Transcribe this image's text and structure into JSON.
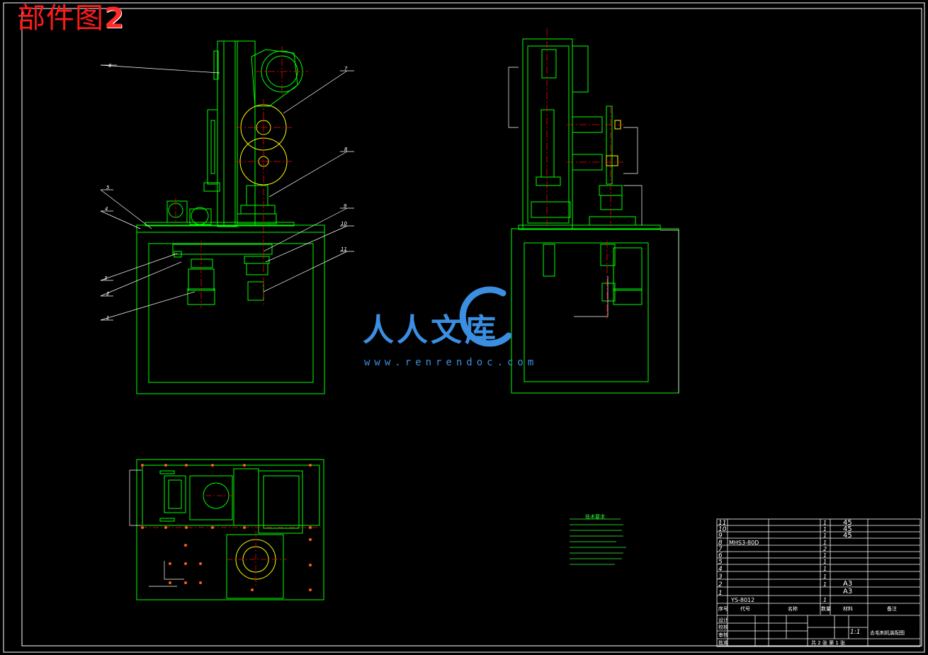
{
  "title": {
    "text": "部件图",
    "number": "2"
  },
  "watermark": {
    "brand": "人人文库",
    "url": "www.renrendoc.com"
  },
  "callouts": {
    "front": [
      "1",
      "2",
      "3",
      "4",
      "5",
      "6",
      "7",
      "8",
      "9",
      "10",
      "11"
    ]
  },
  "notes": {
    "title": "技术要求",
    "lines": [
      "",
      "",
      "",
      "",
      "",
      "",
      "",
      "",
      "",
      "",
      ""
    ]
  },
  "bom": {
    "rows": [
      {
        "no": "11",
        "code": "",
        "name": "",
        "qty": "1",
        "material": "45",
        "remark": ""
      },
      {
        "no": "10",
        "code": "",
        "name": "",
        "qty": "1",
        "material": "45",
        "remark": ""
      },
      {
        "no": "9",
        "code": "",
        "name": "",
        "qty": "1",
        "material": "45",
        "remark": ""
      },
      {
        "no": "8",
        "code": "MHS3-80D",
        "name": "",
        "qty": "1",
        "material": "",
        "remark": ""
      },
      {
        "no": "7",
        "code": "",
        "name": "",
        "qty": "2",
        "material": "",
        "remark": ""
      },
      {
        "no": "6",
        "code": "",
        "name": "",
        "qty": "1",
        "material": "",
        "remark": ""
      },
      {
        "no": "5",
        "code": "",
        "name": "",
        "qty": "1",
        "material": "",
        "remark": ""
      },
      {
        "no": "4",
        "code": "",
        "name": "",
        "qty": "1",
        "material": "",
        "remark": ""
      },
      {
        "no": "3",
        "code": "",
        "name": "",
        "qty": "1",
        "material": "A3",
        "remark": ""
      },
      {
        "no": "2",
        "code": "",
        "name": "",
        "qty": "1",
        "material": "A3",
        "remark": ""
      },
      {
        "no": "1",
        "code": "YS-8012",
        "name": "",
        "qty": "1",
        "material": "",
        "remark": ""
      }
    ],
    "header": {
      "no": "序号",
      "code": "代号",
      "name": "名称",
      "qty": "数量",
      "material": "材料",
      "remark": "备注"
    }
  },
  "title_block": {
    "scale": "1:1",
    "sheet": "共 2 张  第 1 张",
    "drawing_name": "去毛刺机装配图",
    "labels": {
      "design": "设计",
      "check": "校核",
      "review": "审核",
      "approve": "批准"
    }
  },
  "colors": {
    "line": "#00ff00",
    "center": "#ff0000",
    "yellow": "#ffff00",
    "white": "#ffffff",
    "watermark": "#3b8ee0"
  }
}
